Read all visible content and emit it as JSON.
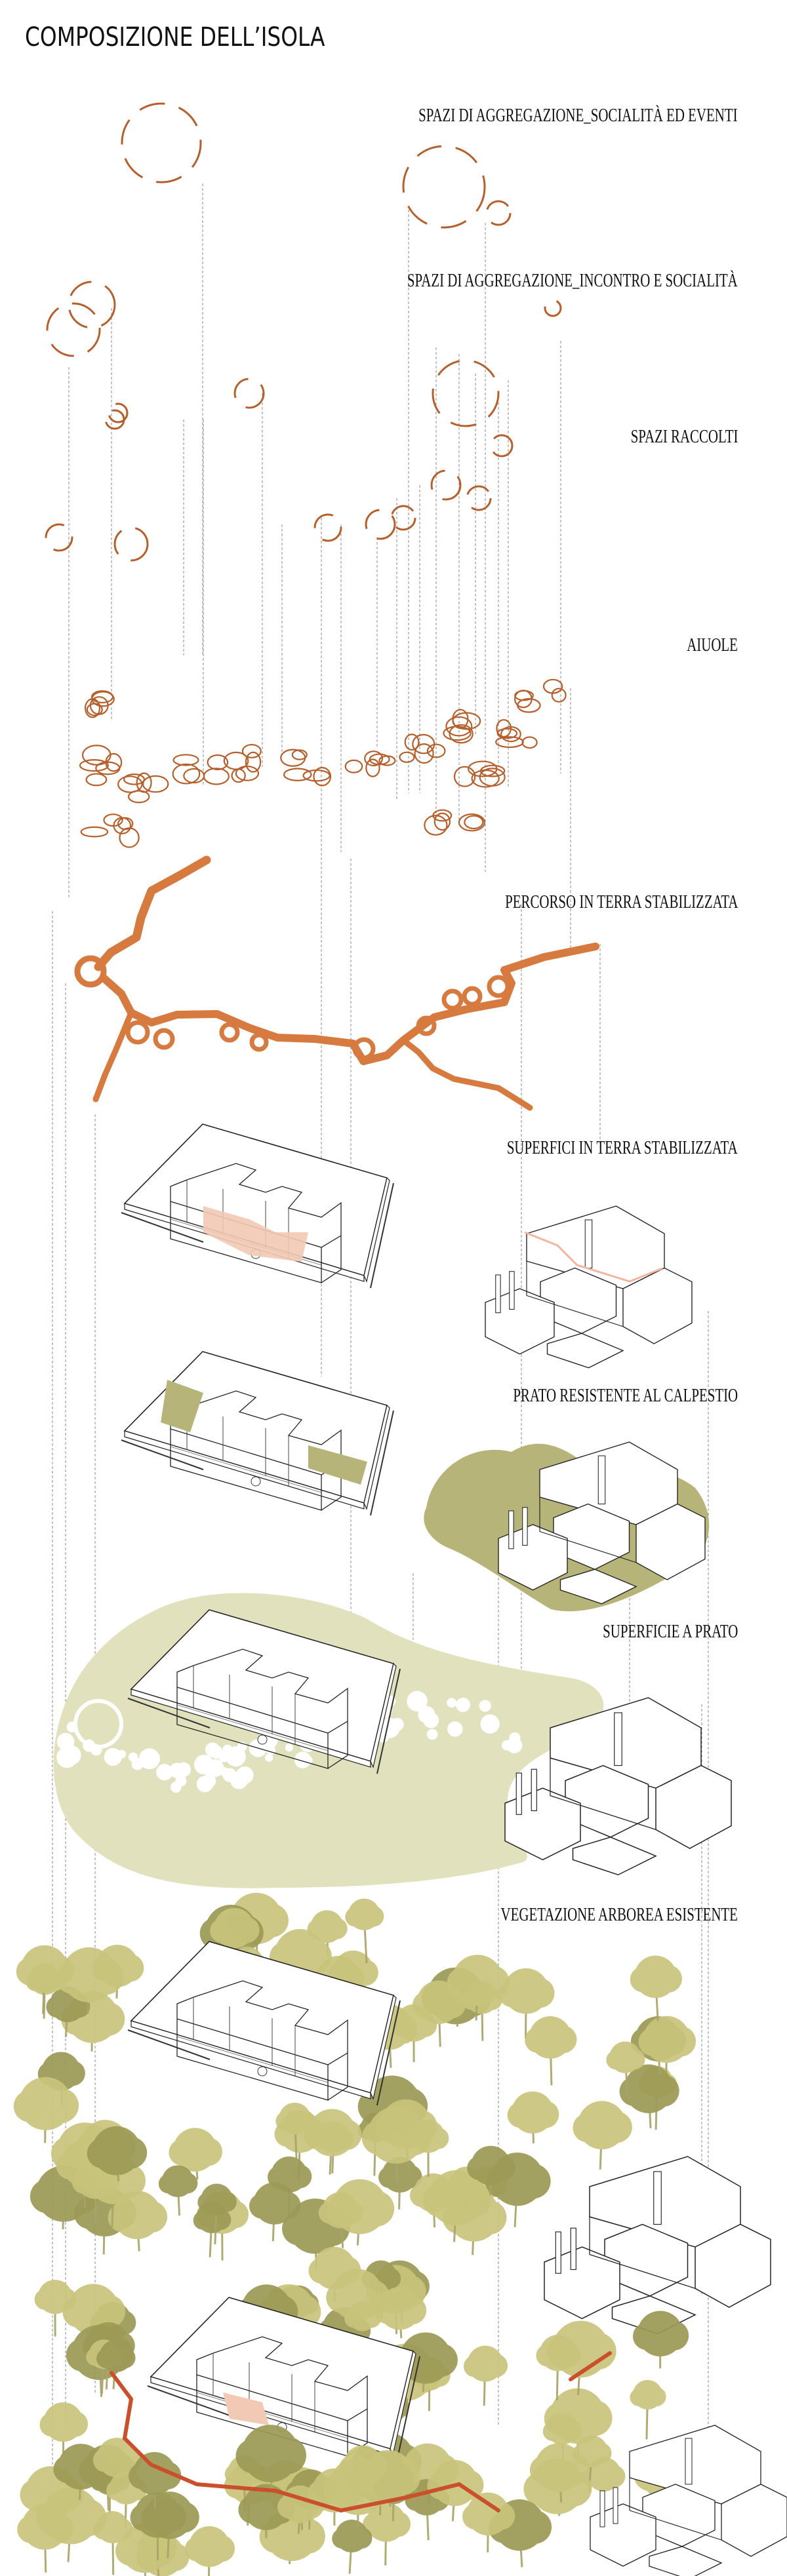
{
  "title": "COMPOSIZIONE DELL’ISOLA",
  "layers": [
    {
      "label": "SPAZI DI AGGREGAZIONE_SOCIALITÀ ED EVENTI"
    },
    {
      "label": "SPAZI DI AGGREGAZIONE_INCONTRO E SOCIALITÀ"
    },
    {
      "label": "SPAZI RACCOLTI"
    },
    {
      "label": "AIUOLE"
    },
    {
      "label": "PERCORSO IN TERRA STABILIZZATA"
    },
    {
      "label": "SUPERFICI IN TERRA STABILIZZATA"
    },
    {
      "label": "PRATO RESISTENTE AL CALPESTIO"
    },
    {
      "label": "SUPERFICIE A PRATO"
    },
    {
      "label": "VEGETAZIONE ARBOREA ESISTENTE"
    }
  ],
  "colors": {
    "arc": "#b5602c",
    "path": "#d67a40",
    "paving": "#f2c9b4",
    "lawn_light": "#e1e2bd",
    "lawn_dark": "#b7b47a",
    "tree_light": "#c9c47c",
    "tree_dark": "#9c9a55"
  }
}
